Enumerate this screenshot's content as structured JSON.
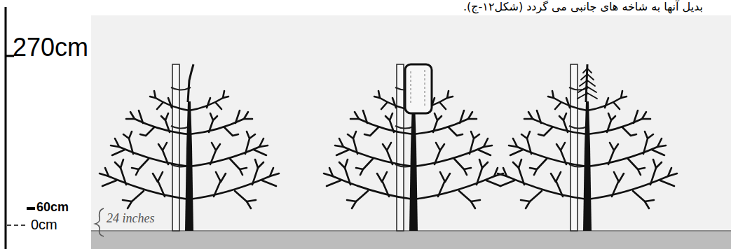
{
  "diagram": {
    "labels": [
      "بدیل آنها به شاخه های جانبی می گردد (شکل۱۲-ج).",
      "270cm",
      "60cm",
      "0cm",
      "24 inches"
    ]
  }
}
